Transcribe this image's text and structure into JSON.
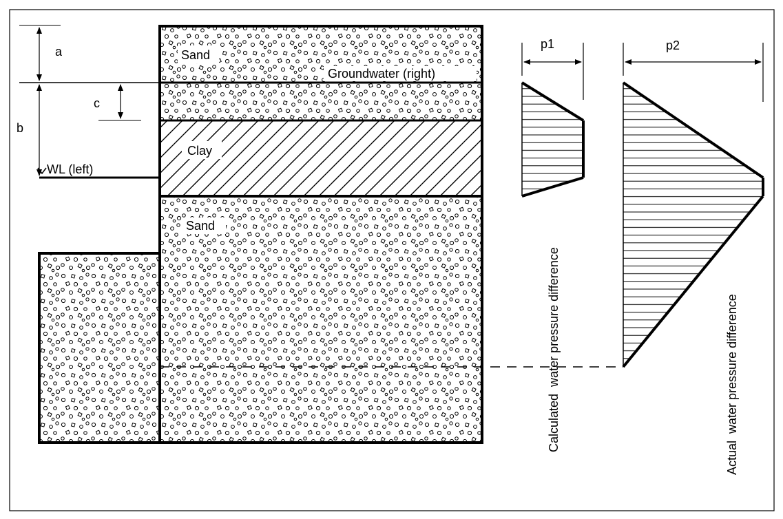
{
  "labels": {
    "a": "a",
    "b": "b",
    "c": "c",
    "wl_left": "WL (left)",
    "groundwater_right": "Groundwater (right)",
    "sand_top": "Sand",
    "clay": "Clay",
    "sand_bottom": "Sand",
    "p1": "p1",
    "p2": "p2",
    "calculated": "Calculated  water pressure difference",
    "actual": "Actual  water pressure difference"
  }
}
